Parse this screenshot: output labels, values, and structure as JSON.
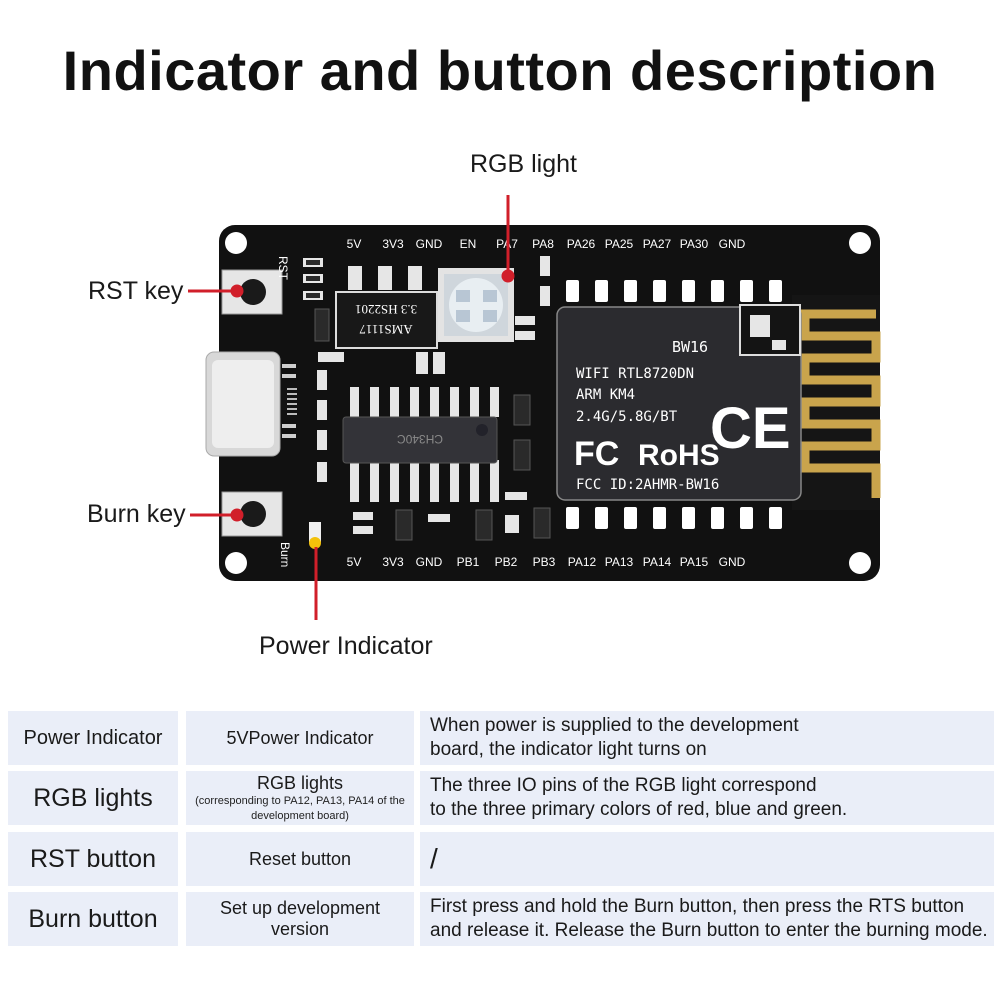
{
  "title": "Indicator and button description",
  "callouts": {
    "rgb_light": "RGB light",
    "rst_key": "RST key",
    "burn_key": "Burn key",
    "power_indicator": "Power Indicator"
  },
  "board": {
    "silk_rst": "RST",
    "silk_burn": "Burn",
    "top_pins": [
      "5V",
      "3V3",
      "GND",
      "EN",
      "PA7",
      "PA8",
      "PA26",
      "PA25",
      "PA27",
      "PA30",
      "GND"
    ],
    "bottom_pins": [
      "5V",
      "3V3",
      "GND",
      "PB1",
      "PB2",
      "PB3",
      "PA12",
      "PA13",
      "PA14",
      "PA15",
      "GND"
    ],
    "regulator": {
      "line1": "3.3  HS2201",
      "line2": "AMS1117"
    },
    "usb_chip": "CH340C",
    "module": {
      "name": "BW16",
      "line1": "WIFI RTL8720DN",
      "line2": "ARM KM4",
      "line3": "2.4G/5.8G/BT",
      "fc": "FC",
      "rohs": "RoHS",
      "ce": "CE",
      "fcc_id": "FCC ID:2AHMR-BW16"
    },
    "colors": {
      "pcb": "#111111",
      "silk": "#ffffff",
      "antenna": "#c9a44c",
      "callout_line": "#d11f2a"
    }
  },
  "table": {
    "rows": [
      {
        "name": "Power Indicator",
        "function": "5VPower Indicator",
        "function_note": "",
        "description": [
          "When power is supplied to the development",
          "board, the indicator light turns on"
        ]
      },
      {
        "name": "RGB lights",
        "function": "RGB lights",
        "function_note": "(corresponding to PA12, PA13, PA14 of the development board)",
        "description": [
          "The three IO pins of the RGB light correspond",
          "to the three primary colors of red, blue and green."
        ]
      },
      {
        "name": "RST button",
        "function": "Reset button",
        "function_note": "",
        "description": [
          "/",
          ""
        ]
      },
      {
        "name": "Burn button",
        "function": "Set up development version",
        "function_note": "",
        "description": [
          "First press and hold the Burn button, then press the RTS button",
          "and release it. Release the Burn button to enter the burning mode."
        ]
      }
    ]
  }
}
